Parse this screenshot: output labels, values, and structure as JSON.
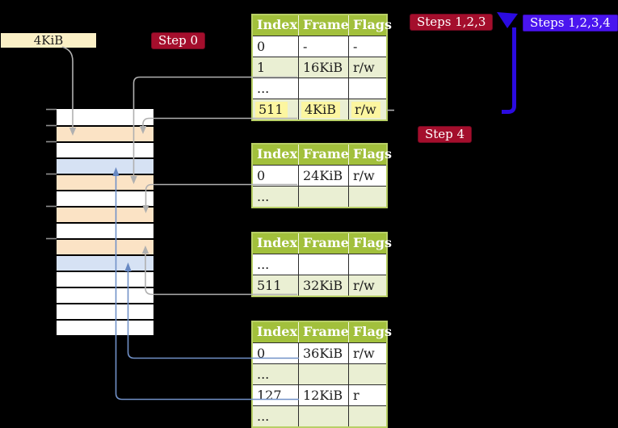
{
  "palette": {
    "background": "#000000",
    "table_header_green": "#a2c03c",
    "table_border_green": "#b8cf66",
    "table_row_green": "#eaefd3",
    "highlight_yellow": "#fcf6a0",
    "memory_orange": "#fbe3c5",
    "memory_blue": "#d6e2f4",
    "memory_white": "#ffffff",
    "frame_label_cream": "#fbf0c6",
    "badge_red": "#a40e2c",
    "badge_blue": "#4a15ef",
    "connector_gray": "#b0b0b0",
    "connector_blue": "#7191c8",
    "big_arrow_blue": "#2b0be0"
  },
  "frame_label": {
    "text": "4KiB"
  },
  "badges": {
    "step0": {
      "label": "Step 0"
    },
    "steps123": {
      "label": "Steps 1,2,3"
    },
    "steps1234": {
      "label": "Steps 1,2,3,4"
    },
    "step4": {
      "label": "Step 4"
    }
  },
  "tables": [
    {
      "headers": [
        "Index",
        "Frame",
        "Flags"
      ],
      "rows": [
        {
          "cells": [
            "0",
            "-",
            "-"
          ]
        },
        {
          "cells": [
            "1",
            "16KiB",
            "r/w"
          ]
        },
        {
          "cells": [
            "...",
            "",
            ""
          ]
        },
        {
          "cells": [
            "511",
            "4KiB",
            "r/w"
          ],
          "highlighted": true
        }
      ]
    },
    {
      "headers": [
        "Index",
        "Frame",
        "Flags"
      ],
      "rows": [
        {
          "cells": [
            "0",
            "24KiB",
            "r/w"
          ]
        },
        {
          "cells": [
            "...",
            "",
            ""
          ]
        }
      ]
    },
    {
      "headers": [
        "Index",
        "Frame",
        "Flags"
      ],
      "rows": [
        {
          "cells": [
            "...",
            "",
            ""
          ]
        },
        {
          "cells": [
            "511",
            "32KiB",
            "r/w"
          ]
        }
      ]
    },
    {
      "headers": [
        "Index",
        "Frame",
        "Flags"
      ],
      "rows": [
        {
          "cells": [
            "0",
            "36KiB",
            "r/w"
          ]
        },
        {
          "cells": [
            "...",
            "",
            ""
          ]
        },
        {
          "cells": [
            "127",
            "12KiB",
            "r"
          ]
        },
        {
          "cells": [
            "...",
            "",
            ""
          ]
        }
      ]
    }
  ],
  "memory_rows": [
    "white",
    "orange",
    "white",
    "blue",
    "orange",
    "white",
    "orange",
    "white",
    "orange",
    "blue",
    "white",
    "white",
    "white",
    "white"
  ]
}
